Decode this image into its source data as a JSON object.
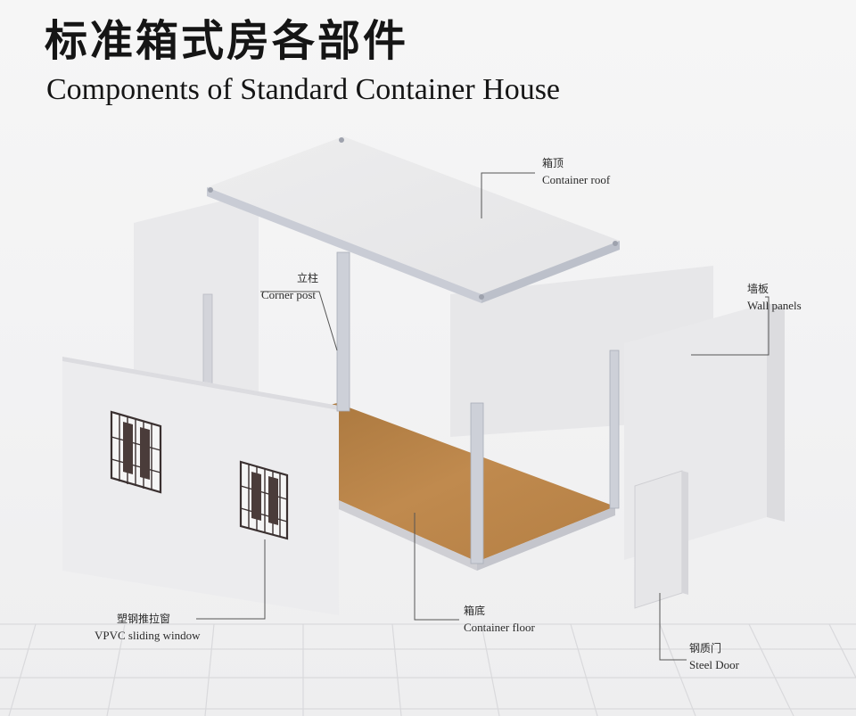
{
  "title": {
    "cn": "标准箱式房各部件",
    "en": "Components of Standard Container House"
  },
  "components": [
    {
      "id": "roof",
      "cn": "箱顶",
      "en": "Container roof"
    },
    {
      "id": "post",
      "cn": "立柱",
      "en": "Corner post"
    },
    {
      "id": "wall",
      "cn": "墙板",
      "en": "Wall panels"
    },
    {
      "id": "window",
      "cn": "塑钢推拉窗",
      "en": "VPVC sliding window"
    },
    {
      "id": "floor",
      "cn": "箱底",
      "en": "Container floor"
    },
    {
      "id": "door",
      "cn": "钢质门",
      "en": "Steel Door"
    }
  ],
  "colors": {
    "background": "#f4f4f4",
    "panel": "#e8e8ea",
    "frame": "#c6c8d0",
    "floor": "#b9854a",
    "window_grille": "#3a3030",
    "leader_line": "#555555"
  }
}
